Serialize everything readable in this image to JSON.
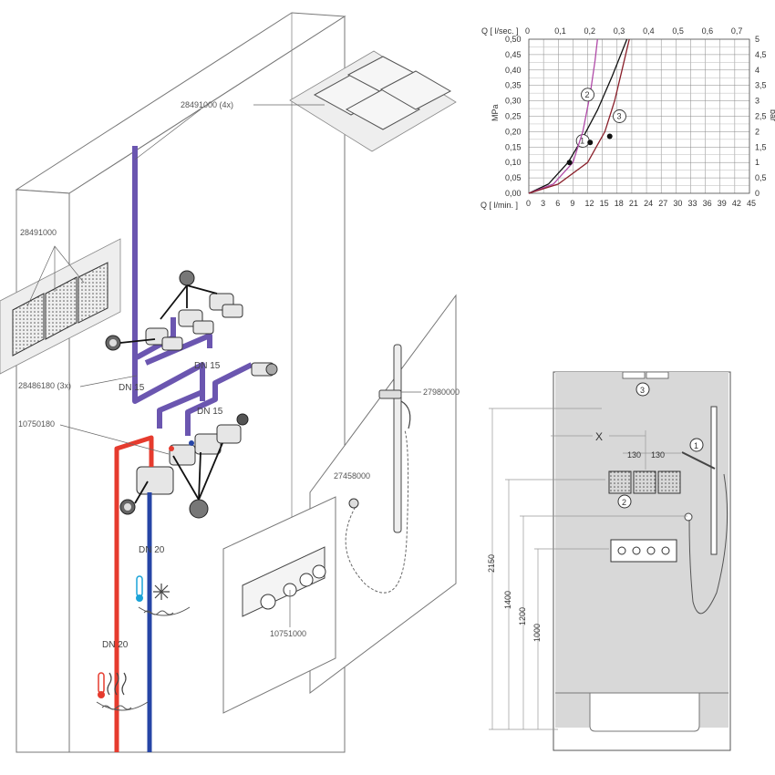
{
  "iso": {
    "labels": {
      "overhead_4x": "28491000 (4x)",
      "side_shower": "28491000",
      "bodies_3x": "28486180 (3x)",
      "main_body": "10750180",
      "handshower": "27980000",
      "outlet": "27458000",
      "trim": "10751000",
      "dn15_a": "DN 15",
      "dn15_b": "DN 15",
      "dn15_c": "DN 15",
      "dn20_a": "DN 20",
      "dn20_b": "DN 20"
    },
    "colors": {
      "purple_pipe": "#6b56b0",
      "hot_pipe": "#e63b2e",
      "cold_pipe": "#2645a6"
    },
    "icons": [
      "cold-water-icon",
      "hot-water-icon"
    ]
  },
  "chart_data": {
    "type": "line",
    "title": "",
    "xlabel_top": "Q [ l/sec. ]",
    "xlabel_bottom": "Q [ l/min. ]",
    "ylabel_left": "MPa",
    "ylabel_right": "bar",
    "x_top_ticks": [
      "0",
      "0,1",
      "0,2",
      "0,3",
      "0,4",
      "0,5",
      "0,6",
      "0,7"
    ],
    "x_bottom_ticks": [
      "0",
      "3",
      "6",
      "9",
      "12",
      "15",
      "18",
      "21",
      "24",
      "27",
      "30",
      "33",
      "36",
      "39",
      "42",
      "45"
    ],
    "y_left_ticks": [
      "0,00",
      "0,05",
      "0,10",
      "0,15",
      "0,20",
      "0,25",
      "0,30",
      "0,35",
      "0,40",
      "0,45",
      "0,50"
    ],
    "y_right_ticks": [
      "0",
      "0,5",
      "1",
      "1,5",
      "2",
      "2,5",
      "3",
      "3,5",
      "4",
      "4,5",
      "5"
    ],
    "xlim": [
      0,
      45
    ],
    "ylim": [
      0,
      0.5
    ],
    "grid": true,
    "series": [
      {
        "marker": "1",
        "color": "#111111",
        "x": [
          0,
          4,
          8,
          11,
          14,
          17,
          20
        ],
        "y": [
          0,
          0.03,
          0.1,
          0.18,
          0.27,
          0.38,
          0.5
        ]
      },
      {
        "marker": "2",
        "color": "#b04aa8",
        "x": [
          0,
          5,
          9,
          11,
          12.5,
          13.5,
          14
        ],
        "y": [
          0,
          0.03,
          0.1,
          0.2,
          0.32,
          0.43,
          0.5
        ]
      },
      {
        "marker": "3",
        "color": "#8a1f2a",
        "x": [
          0,
          6,
          12,
          15.5,
          17.5,
          19,
          20.5
        ],
        "y": [
          0,
          0.03,
          0.1,
          0.2,
          0.3,
          0.4,
          0.5
        ]
      }
    ],
    "points": [
      {
        "x": 8.3,
        "y": 0.1
      },
      {
        "x": 12.5,
        "y": 0.165
      },
      {
        "x": 16.5,
        "y": 0.185
      }
    ]
  },
  "layout_panel": {
    "markers": [
      "1",
      "2",
      "3"
    ],
    "x_label": "X",
    "spacing": [
      "130",
      "130"
    ],
    "heights": [
      "2150",
      "1400",
      "1200",
      "1000"
    ],
    "wall_color": "#d8d8d8"
  }
}
